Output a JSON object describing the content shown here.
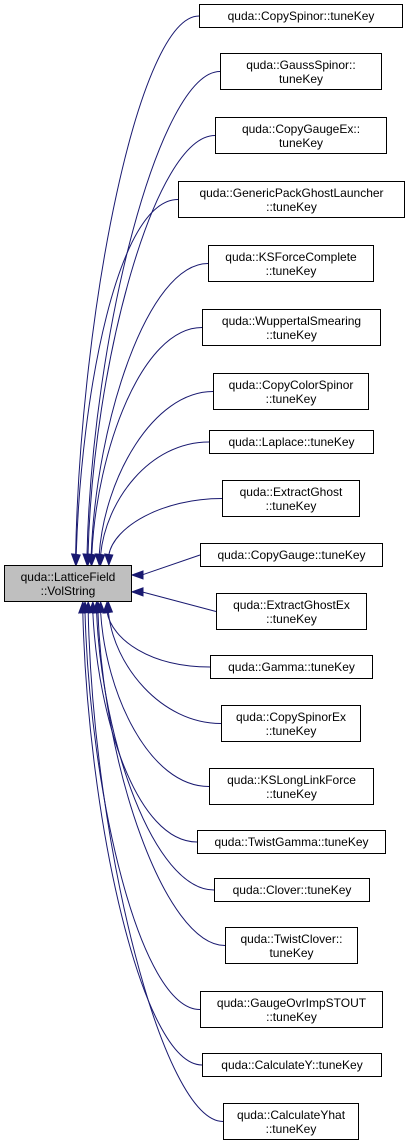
{
  "graph": {
    "source": {
      "lines": [
        "quda::LatticeField",
        "::VolString"
      ]
    },
    "callers": [
      {
        "lines": [
          "quda::CopySpinor::tuneKey"
        ]
      },
      {
        "lines": [
          "quda::GaussSpinor::",
          "tuneKey"
        ]
      },
      {
        "lines": [
          "quda::CopyGaugeEx::",
          "tuneKey"
        ]
      },
      {
        "lines": [
          "quda::GenericPackGhostLauncher",
          "::tuneKey"
        ]
      },
      {
        "lines": [
          "quda::KSForceComplete",
          "::tuneKey"
        ]
      },
      {
        "lines": [
          "quda::WuppertalSmearing",
          "::tuneKey"
        ]
      },
      {
        "lines": [
          "quda::CopyColorSpinor",
          "::tuneKey"
        ]
      },
      {
        "lines": [
          "quda::Laplace::tuneKey"
        ]
      },
      {
        "lines": [
          "quda::ExtractGhost",
          "::tuneKey"
        ]
      },
      {
        "lines": [
          "quda::CopyGauge::tuneKey"
        ]
      },
      {
        "lines": [
          "quda::ExtractGhostEx",
          "::tuneKey"
        ]
      },
      {
        "lines": [
          "quda::Gamma::tuneKey"
        ]
      },
      {
        "lines": [
          "quda::CopySpinorEx",
          "::tuneKey"
        ]
      },
      {
        "lines": [
          "quda::KSLongLinkForce",
          "::tuneKey"
        ]
      },
      {
        "lines": [
          "quda::TwistGamma::tuneKey"
        ]
      },
      {
        "lines": [
          "quda::Clover::tuneKey"
        ]
      },
      {
        "lines": [
          "quda::TwistClover::",
          "tuneKey"
        ]
      },
      {
        "lines": [
          "quda::GaugeOvrImpSTOUT",
          "::tuneKey"
        ]
      },
      {
        "lines": [
          "quda::CalculateY::tuneKey"
        ]
      },
      {
        "lines": [
          "quda::CalculateYhat",
          "::tuneKey"
        ]
      }
    ],
    "edge_color": "#191970",
    "source_fill": "#bfbfbf"
  }
}
